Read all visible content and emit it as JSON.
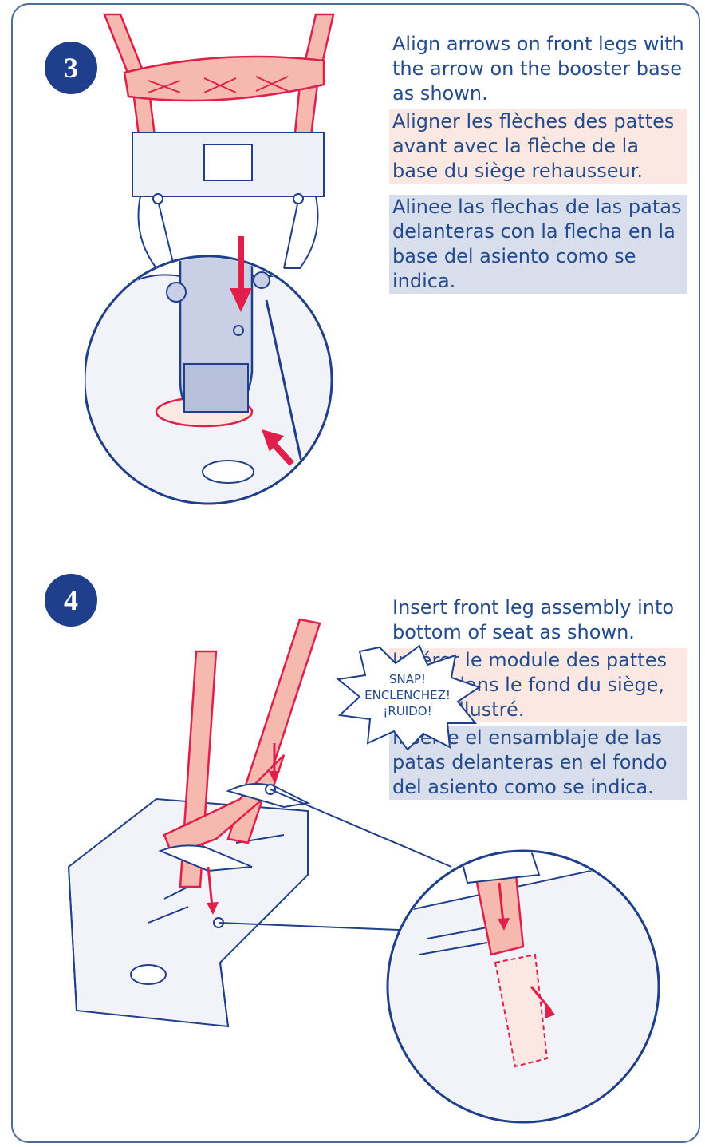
{
  "steps": [
    {
      "number": "3",
      "en": "Align arrows on front legs with the arrow on the booster base as shown.",
      "fr": "Aligner les flèches des pattes avant avec la flèche de la base du siège rehausseur.",
      "es": "Alinee las flechas de las patas delanteras con la flecha en la base del asiento como se indica."
    },
    {
      "number": "4",
      "en": "Insert front leg assembly into bottom of seat as shown.",
      "fr": "Insérer le module des pattes avant dans le fond du siège, tel qu’illustré.",
      "es": "Inserte el ensamblaje de las patas delanteras en el fondo del asiento como se indica."
    }
  ],
  "snap_callout": {
    "line1": "SNAP!",
    "line2": "ENCLENCHEZ!",
    "line3": "¡RUIDO!"
  },
  "colors": {
    "accent_red": "#e0204a",
    "leg_pink": "#f5b9b0",
    "seat_blue": "#c9d0e6",
    "outline_navy": "#1f3f8c"
  }
}
